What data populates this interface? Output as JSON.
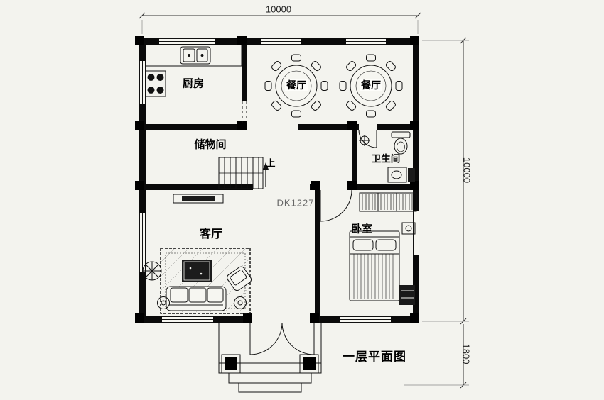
{
  "plan": {
    "title": "一层平面图",
    "code": "DK1227"
  },
  "rooms": {
    "kitchen": {
      "label": "厨房"
    },
    "dining_left": {
      "label": "餐厅"
    },
    "dining_right": {
      "label": "餐厅"
    },
    "storage": {
      "label": "储物间"
    },
    "bathroom": {
      "label": "卫生间"
    },
    "living": {
      "label": "客厅"
    },
    "bedroom": {
      "label": "卧室"
    }
  },
  "stairs": {
    "up_label": "上"
  },
  "dimensions": {
    "top_width": "10000",
    "right_height": "10000",
    "porch_depth": "1800"
  },
  "icons": [
    "kitchen-sink-icon",
    "stove-icon",
    "dining-table-icon",
    "dining-chair-icon",
    "stairs-icon",
    "stairs-up-arrow-icon",
    "toilet-icon",
    "shower-icon",
    "bathroom-sink-icon",
    "tv-cabinet-icon",
    "rug-icon",
    "coffee-table-icon",
    "sofa-icon",
    "armchair-icon",
    "plant-icon",
    "side-table-icon",
    "floor-lamp-icon",
    "wardrobe-icon",
    "bed-icon",
    "nightstand-icon",
    "dresser-icon",
    "entry-door-icon",
    "interior-door-icon",
    "window-icon",
    "porch-column-icon",
    "porch-steps-icon"
  ],
  "colors": {
    "background": "#f3f3ee",
    "wall": "#0a0a0a",
    "line": "#111111",
    "dim_line": "#333333",
    "code_text": "#666666"
  }
}
